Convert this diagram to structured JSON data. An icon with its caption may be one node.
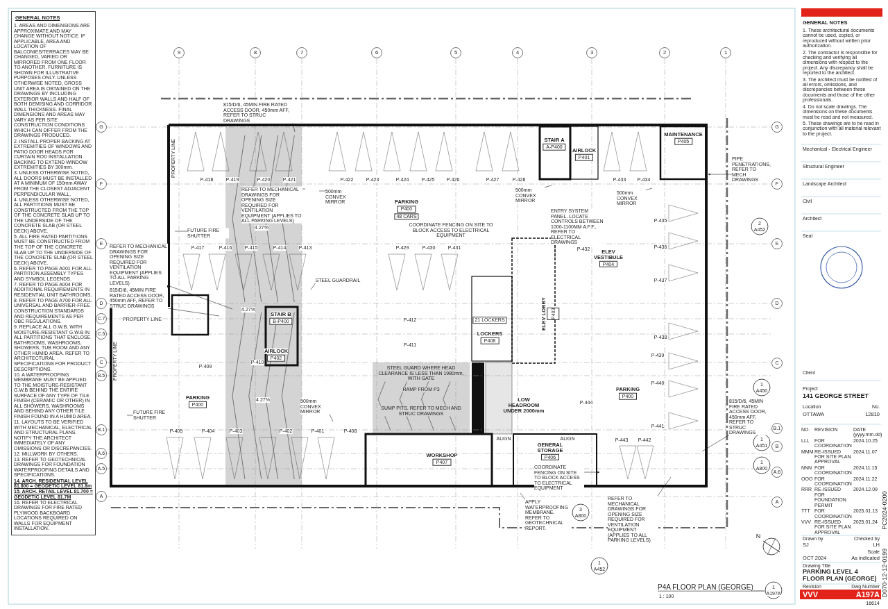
{
  "diagram": {
    "title": "P4A FLOOR PLAN (GEORGE)",
    "nodes": [
      {
        "text": [
          "STAIR A",
          "A-P400"
        ]
      },
      {
        "text": [
          "AIRLOCK",
          "P401"
        ]
      },
      {
        "text": [
          "MAINTENANCE",
          "P405"
        ]
      },
      {
        "text": [
          "PARKING",
          "P400",
          "48 CARS"
        ]
      },
      {
        "text": [
          "ELEV VESTIBULE",
          "P404"
        ]
      },
      {
        "text": [
          "ELEV LOBBY",
          "P403"
        ]
      },
      {
        "text": [
          "LOCKERS",
          "P408"
        ]
      },
      {
        "text": [
          "STAIR B",
          "B-P400"
        ]
      },
      {
        "text": [
          "AIRLOCK",
          "P402"
        ]
      },
      {
        "text": [
          "PARKING",
          "P400"
        ]
      },
      {
        "text": [
          "WORKSHOP",
          "P407"
        ]
      },
      {
        "text": [
          "GENERAL STORAGE",
          "P406"
        ]
      },
      {
        "text": [
          "PARKING",
          "P400"
        ]
      },
      {
        "text": [
          "815/D/6, 45MIN FIRE RATED ACCESS DOOR, 450mm AFF, REFER TO STRUC DRAWINGS"
        ]
      },
      {
        "text": [
          "PIPE PENETRATIONS, REFER TO MECH DRAWINGS"
        ]
      },
      {
        "text": [
          "REFER TO MECHANICAL DRAWINGS FOR OPENING SIZE REQUIRED FOR VENTILATION EQUIPMENT (APPLIES TO ALL PARKING LEVELS)"
        ]
      },
      {
        "text": [
          "500mm CONVEX MIRROR"
        ]
      },
      {
        "text": [
          "500mm CONVEX MIRROR"
        ]
      },
      {
        "text": [
          "500mm CONVEX MIRROR"
        ]
      },
      {
        "text": [
          "ENTRY SYSTEM PANEL. LOCATE CONTROLS BETWEEN 1000-1100MM A.F.F., REFER TO ELECTRICAL DRAWINGS"
        ]
      },
      {
        "text": [
          "FUTURE FIRE SHUTTER"
        ]
      },
      {
        "text": [
          "REFER TO MECHANICAL DRAWINGS FOR OPENING SIZE REQUIRED FOR VENTILATION EQUIPMENT (APPLIES TO ALL PARKING LEVELS)"
        ]
      },
      {
        "text": [
          "STEEL GUARDRAIL"
        ]
      },
      {
        "text": [
          "815/D/6, 45MIN FIRE RATED ACCESS DOOR, 450mm AFF, REFER TO STRUC DRAWINGS"
        ]
      },
      {
        "text": [
          "500mm CONVEX MIRROR"
        ]
      },
      {
        "text": [
          "FUTURE FIRE SHUTTER"
        ]
      },
      {
        "text": [
          "815/D/6, 45MIN FIRE RATED ACCESS DOOR, 450mm AFF, REFER TO STRUC DRAWINGS"
        ]
      },
      {
        "text": [
          "APPLY WATERPROOFING MEMBRANE. REFER TO GEOTECHNICAL REPORT."
        ]
      },
      {
        "text": [
          "REFER TO MECHANICAL DRAWINGS FOR OPENING SIZE REQUIRED FOR VENTILATION EQUIPMENT (APPLIES TO ALL PARKING LEVELS)"
        ]
      },
      {
        "text": [
          "COORDINATE FENCING ON SITE TO BLOCK ACCESS TO ELECTRICAL EQUIPMENT"
        ]
      },
      {
        "text": [
          "LOW HEADROOM UNDER 2000mm"
        ]
      }
    ],
    "edges": [
      {
        "from": 13,
        "to": null,
        "arrow": "none"
      },
      {
        "from": 14,
        "to": null,
        "arrow": "to"
      },
      {
        "from": 15,
        "to": null,
        "arrow": "none"
      },
      {
        "from": 16,
        "to": null,
        "arrow": "none"
      },
      {
        "from": 17,
        "to": null,
        "arrow": "none"
      },
      {
        "from": 18,
        "to": null,
        "arrow": "none"
      },
      {
        "from": 19,
        "to": null,
        "arrow": "none"
      },
      {
        "from": 20,
        "to": null,
        "arrow": "none"
      },
      {
        "from": 21,
        "to": null,
        "arrow": "none"
      },
      {
        "from": 22,
        "to": null,
        "arrow": "none"
      },
      {
        "from": 23,
        "to": null,
        "arrow": "none"
      },
      {
        "from": 24,
        "to": null,
        "arrow": "none"
      },
      {
        "from": 25,
        "to": null,
        "arrow": "none"
      },
      {
        "from": 26,
        "to": null,
        "arrow": "none"
      },
      {
        "from": 27,
        "to": null,
        "arrow": "none"
      },
      {
        "from": 28,
        "to": null,
        "arrow": "none"
      },
      {
        "from": 29,
        "to": null,
        "arrow": "to"
      }
    ],
    "labels": [
      "GENERAL NOTES",
      "1. AREAS AND DIMENSIONS ARE APPROXIMATE AND MAY CHANGE WITHOUT NOTICE. IF APPLICABLE, AREA AND LOCATION OF BALCONIES/TERRACES MAY BE CHANGED, VARIED OR MIRRORED FROM ONE FLOOR TO ANOTHER. FURNITURE IS SHOWN FOR ILLUSTRATIVE PURPOSES ONLY. UNLESS OTHERWISE NOTED, GROSS UNIT AREA IS OBTAINED ON THE DRAWINGS BY INCLUDING EXTERIOR WALLS AND HALF OF BOTH DEMISING AND CORRIDOR WALL THICKNESS. FINAL DIMENSIONS AND AREAS MAY VARY AS PER SITE CONSTRUCTION CONDITIONS WHICH CAN DIFFER FROM THE DRAWINGS PRODUCED.",
      "2. INSTALL PROPER BACKING AT EXTREMITIES OF WINDOWS AND PATIO DOOR HEADS FOR CURTAIN ROD INSTALLATION. BACKING TO EXTEND WINDOW EXTREMITIES BY 300mm.",
      "3. UNLESS OTHERWISE NOTED, ALL DOORS MUST BE INSTALLED AT A MINIMUM OF 150mm AWAY FROM THE CLOSEST ADJACENT PERPENDICULAR WALL.",
      "4. UNLESS OTHERWISE NOTED, ALL PARTITIONS MUST BE CONSTRUCTED FROM THE TOP OF THE CONCRETE SLAB UP TO THE UNDERSIDE OF THE CONCRETE SLAB (OR STEEL DECK) ABOVE.",
      "5. ALL FIRE RATED PARTITIONS MUST BE CONSTRUCTED FROM THE TOP OF THE CONCRETE SLAB UP TO THE UNDERSIDE OF THE CONCRETE SLAB (OR STEEL DECK) ABOVE.",
      "6. REFER TO PAGE A001 FOR ALL PARTITION ASSEMBLY TYPES AND SYMBOL LEGENDS.",
      "7. REFER TO PAGE A004 FOR ADDITIONAL REQUIREMENTS IN RESIDENTIAL UNIT BATHROOMS.",
      "8. REFER TO PAGE A700 FOR ALL UNIVERSAL AND BARRIER-FREE CONSTRUCTION STANDARDS AND REQUIREMENTS AS PER OBC REGULATIONS.",
      "9. REPLACE ALL G.W.B. WITH MOISTURE-RESISTANT G.W.B IN ALL PARTITIONS THAT ENCLOSE BATHROOMS, WASHROOMS, SHOWERS, TUB ROOM AND ANY OTHER HUMID AREA. REFER TO ARCHITECTURAL SPECIFICATIONS FOR PRODUCT DESCRIPTIONS.",
      "10. A WATERPROOFING MEMBRANE MUST BE APPLIED TO THE MOISTURE-RESISTANT G.W.B BEHIND THE ENTIRE SURFACE OF ANY TYPE OF TILE FINISH (CERAMIC OR OTHER) IN ALL SHOWERS, WASHROOMS AND BEHIND ANY OTHER TILE FINISH FOUND IN A HUMID AREA.",
      "11. LAYOUTS TO BE VERIFIED WITH MECHANICAL, ELECTRICAL AND STRUCTURAL PLANS. NOTIFY THE ARCHITECT IMMEDIATELY OF ANY OMISSIONS OR DISCREPANCIES.",
      "12. MILLWORK BY OTHERS.",
      "13. REFER TO GEOTECHNICAL DRAWINGS FOR FOUNDATION WATERPROOFING DETAILS AND SPECIFICATIONS.",
      "14. ARCH. RESIDENTIAL LEVEL 81.800 = GEODETIC LEVEL 81.8m",
      "15. ARCH. RETAIL LEVEL 81.700 = GEODETIC LEVEL 81.7M",
      "16. REFER TO ELECTRICAL DRAWINGS FOR FIRE RATED PLYWOOD BACKBOARD LOCATIONS REQUIRED ON WALLS FOR EQUIPMENT INSTALLATION.",
      "9",
      "8",
      "7",
      "6",
      "5",
      "4",
      "3",
      "2",
      "1",
      "G",
      "F",
      "E",
      "D",
      "C.7",
      "C.5",
      "C",
      "B.5",
      "B.1",
      "A.6",
      "A.5",
      "A",
      "G",
      "F",
      "E",
      "D",
      "C",
      "B.1",
      "B",
      "A.6",
      "A",
      "P-418",
      "P-419",
      "P-420",
      "P-421",
      "P-422",
      "P-423",
      "P-424",
      "P-425",
      "P-426",
      "P-427",
      "P-428",
      "P-433",
      "P-434",
      "P-435",
      "P-436",
      "P-437",
      "P-438",
      "P-417",
      "P-416",
      "P-415",
      "P-414",
      "P-413",
      "P-429",
      "P-430",
      "P-431",
      "P-432",
      "P-412",
      "P-411",
      "P-410",
      "P-409",
      "P-439",
      "P-440",
      "P-444",
      "P-441",
      "P-405",
      "P-404",
      "P-403",
      "P-402",
      "P-401",
      "P-408",
      "P-443",
      "P-442",
      "4.27%",
      "4.27%",
      "4.27%",
      "21 LOCKERS",
      "COORDINATE FENCING ON SITE TO BLOCK ACCESS TO ELECTRICAL EQUIPMENT",
      "PROPERTY LINE",
      "PROPERTY LINE",
      "PROPERTY LINE",
      "STEEL GUARD WHERE HEAD CLEARANCE IS LESS THAN 1980mm, WITH GATE",
      "RAMP FROM P3",
      "SUMP PITS. REFER TO MECH AND STRUC DRAWINGS",
      "ALIGN",
      "ALIGN",
      "N",
      "1 : 100",
      "1",
      "A197A",
      "2",
      "A452",
      "1",
      "A450",
      "1",
      "A451",
      "1",
      "A800",
      "3",
      "A800",
      "1",
      "A452",
      "GENERAL NOTES",
      "1. These architectural documents cannot be used, copied, or reproduced without written prior authorization.",
      "2. The contractor is responsible for checking and verifying all dimensions with respect to the project. Any discrepancy shall be reported to the architect.",
      "3. The architect must be notified of all errors, omissions, and discrepancies between these documents and those of the other professionals.",
      "4. Do not scale drawings. The dimensions on these documents must be read and not measured.",
      "5. These drawings are to be read in conjunction with all material relevant to the project.",
      "Mechanical - Electrical Engineer",
      "Structural Engineer",
      "Landscape Architect",
      "Civil",
      "Architect",
      "Seal",
      "Client",
      "Project",
      "141 GEORGE STREET",
      "Location",
      "OTTAWA",
      "No.",
      "12810",
      "NO.",
      "REVISION",
      "DATE (yyyy.mm.dd)",
      "LLL",
      "FOR COORDINATION",
      "2024.10.25",
      "MMM",
      "RE-ISSUED FOR SITE PLAN APPROVAL",
      "2024.11.07",
      "NNN",
      "FOR COORDINATION",
      "2024.11.15",
      "OOO",
      "FOR COORDINATION",
      "2024.11.22",
      "RRR",
      "RE-ISSUED FOR FOUNDATION PERMIT",
      "2024.12.09",
      "TTT",
      "FOR COORDINATION",
      "2025.01.13",
      "VVV",
      "RE-ISSUED FOR SITE PLAN APPROVAL",
      "2025.01.24",
      "Drawn by",
      "Checked by",
      "SJ",
      "LH",
      "Scale",
      "OCT 2024",
      "As indicated",
      "Drawing Title",
      "PARKING LEVEL 4 FLOOR PLAN (GEORGE)",
      "Revision",
      "Dwg Number",
      "VVV",
      "A197A",
      "16614",
      "PC2024-0200",
      "D070-12-12-0199"
    ]
  }
}
